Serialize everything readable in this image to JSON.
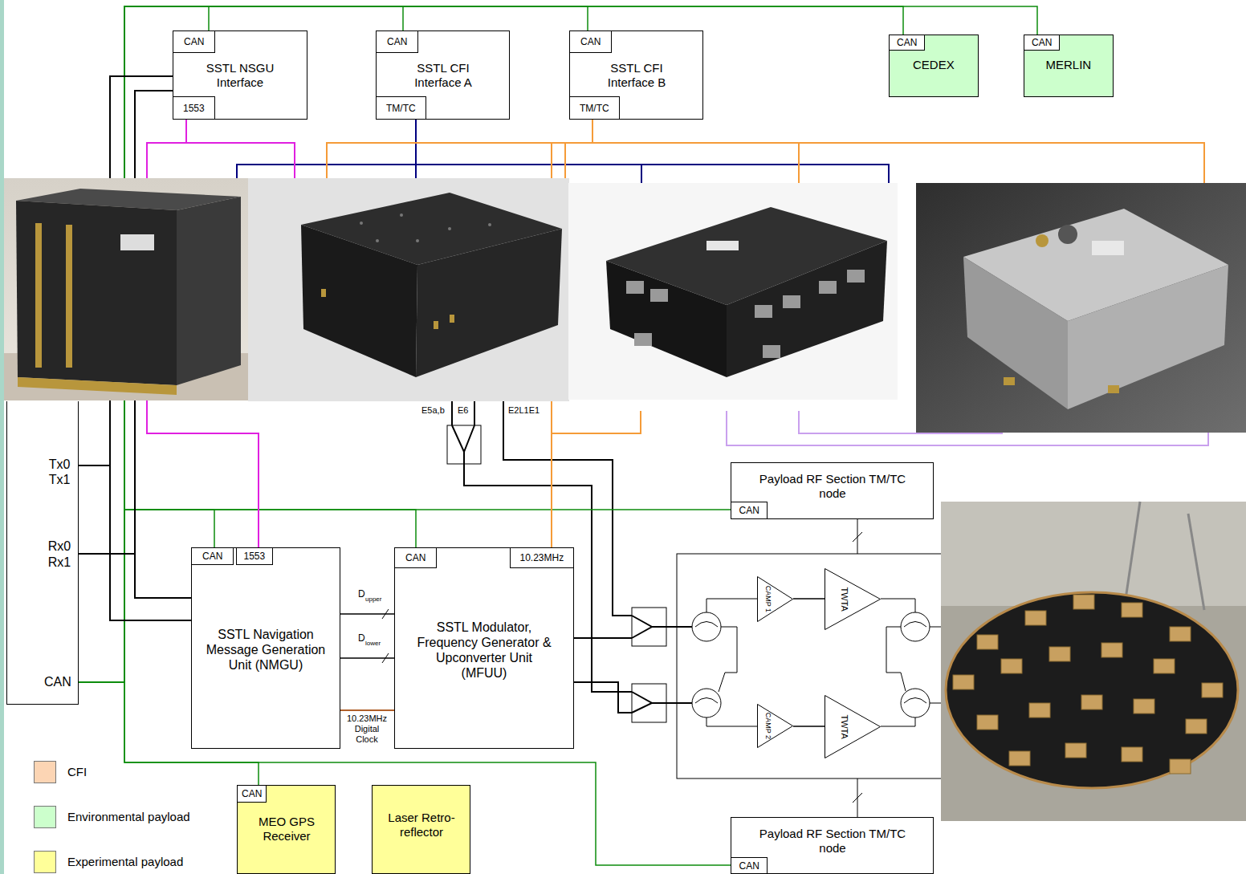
{
  "diagram": {
    "nodes": [
      {
        "text": [
          "SSTL NSGU Interface"
        ]
      },
      {
        "text": [
          "CAN"
        ],
        "in": 0
      },
      {
        "text": [
          "1553"
        ],
        "in": 0
      },
      {
        "text": [
          "SSTL CFI Interface A"
        ]
      },
      {
        "text": [
          "CAN"
        ],
        "in": 3
      },
      {
        "text": [
          "TM/TC"
        ],
        "in": 3
      },
      {
        "text": [
          "SSTL CFI Interface B"
        ]
      },
      {
        "text": [
          "CAN"
        ],
        "in": 6
      },
      {
        "text": [
          "TM/TC"
        ],
        "in": 6
      },
      {
        "text": [
          "CEDEX"
        ]
      },
      {
        "text": [
          "CAN"
        ],
        "in": 9
      },
      {
        "text": [
          "MERLIN"
        ]
      },
      {
        "text": [
          "CAN"
        ],
        "in": 11
      },
      {
        "text": [
          "Tx0 Tx1",
          "Rx0 Rx1",
          "CAN"
        ]
      },
      {
        "text": [
          "Payload RF Section TM/TC node"
        ]
      },
      {
        "text": [
          "CAN"
        ],
        "in": 14
      },
      {
        "text": [
          "SSTL Navigation Message Generation Unit (NMGU)"
        ]
      },
      {
        "text": [
          "CAN"
        ],
        "in": 16
      },
      {
        "text": [
          "1553"
        ],
        "in": 16
      },
      {
        "text": [
          "SSTL Modulator, Frequency Generator & Upconverter Unit (MFUU)"
        ]
      },
      {
        "text": [
          "CAN"
        ],
        "in": 19
      },
      {
        "text": [
          "10.23MHz"
        ],
        "in": 19
      },
      {
        "text": [
          "CAMP 1"
        ]
      },
      {
        "text": [
          "TWTA"
        ]
      },
      {
        "text": [
          "CAMP 2"
        ]
      },
      {
        "text": [
          "TWTA"
        ]
      },
      {
        "text": [
          "Payload RF Section TM/TC node"
        ]
      },
      {
        "text": [
          "CAN"
        ],
        "in": 26
      },
      {
        "text": [
          "MEO GPS Receiver"
        ]
      },
      {
        "text": [
          "CAN"
        ],
        "in": 28
      },
      {
        "text": [
          "Laser Retro-reflector"
        ]
      }
    ],
    "edges": [
      {
        "from": 13,
        "to": 1,
        "arrow": "none"
      },
      {
        "from": 13,
        "to": 4,
        "arrow": "none"
      },
      {
        "from": 13,
        "to": 7,
        "arrow": "none"
      },
      {
        "from": 13,
        "to": 10,
        "arrow": "none"
      },
      {
        "from": 13,
        "to": 12,
        "arrow": "none"
      },
      {
        "from": 13,
        "to": 15,
        "arrow": "none"
      },
      {
        "from": 13,
        "to": 17,
        "arrow": "none"
      },
      {
        "from": 13,
        "to": 20,
        "arrow": "none"
      },
      {
        "from": 13,
        "to": 29,
        "arrow": "none"
      },
      {
        "from": 13,
        "to": 27,
        "arrow": "none"
      },
      {
        "from": 13,
        "to": 0,
        "arrow": "none"
      },
      {
        "from": 13,
        "to": 16,
        "arrow": "none"
      },
      {
        "from": 13,
        "to": 0,
        "arrow": "none"
      },
      {
        "from": 13,
        "to": 16,
        "arrow": "none"
      },
      {
        "from": 2,
        "to": 18,
        "arrow": "none"
      },
      {
        "from": 8,
        "to": 21,
        "arrow": "none"
      },
      {
        "from": 16,
        "to": 19,
        "arrow": "none"
      },
      {
        "from": 16,
        "to": 19,
        "arrow": "none"
      },
      {
        "from": 16,
        "to": 19,
        "arrow": "none"
      },
      {
        "from": 22,
        "to": 23,
        "arrow": "none"
      },
      {
        "from": 24,
        "to": 25,
        "arrow": "none"
      }
    ],
    "labels": [
      "E5a,b",
      "E6",
      "E2L1E1",
      "D",
      "upper",
      "D",
      "lower",
      "10.23MHz Digital Clock"
    ],
    "legend": [
      {
        "text": "CFI",
        "color": "#fcd5b4"
      },
      {
        "text": "Environmental payload",
        "color": "#ccffcc"
      },
      {
        "text": "Experimental payload",
        "color": "#ffff99"
      }
    ]
  }
}
